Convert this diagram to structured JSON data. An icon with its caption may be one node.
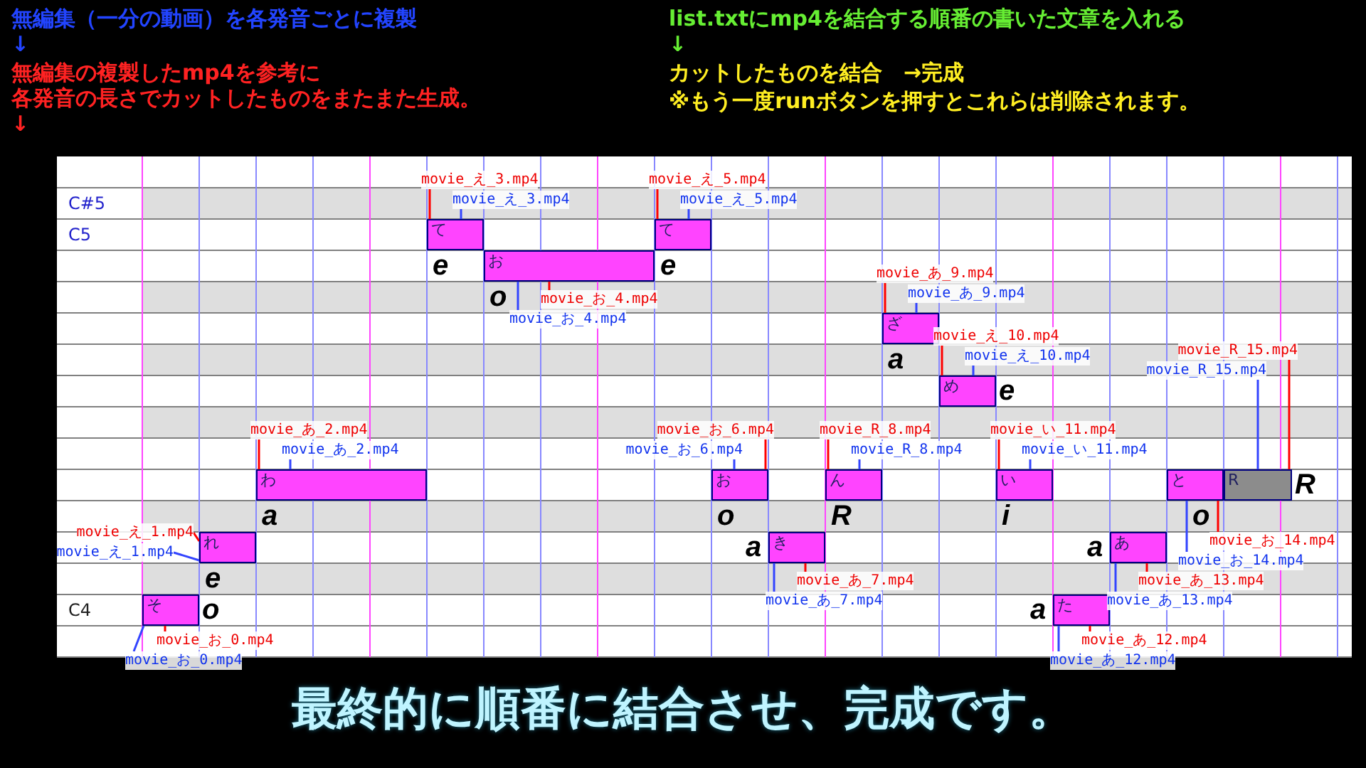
{
  "diagram": {
    "nodes": [
      {
        "text": [
          "そ"
        ],
        "beside": [
          "o"
        ]
      },
      {
        "text": [
          "れ"
        ],
        "beside": [
          "e"
        ]
      },
      {
        "text": [
          "わ"
        ],
        "beside": [
          "a"
        ]
      },
      {
        "text": [
          "て"
        ],
        "beside": [
          "e"
        ]
      },
      {
        "text": [
          "お"
        ],
        "beside": [
          "o"
        ]
      },
      {
        "text": [
          "て"
        ],
        "beside": [
          "e"
        ]
      },
      {
        "text": [
          "お"
        ],
        "beside": [
          "o"
        ]
      },
      {
        "text": [
          "き"
        ],
        "beside": [
          "a"
        ]
      },
      {
        "text": [
          "ん"
        ],
        "beside": [
          "R"
        ]
      },
      {
        "text": [
          "ざ"
        ],
        "beside": [
          "a"
        ]
      },
      {
        "text": [
          "め"
        ],
        "beside": [
          "e"
        ]
      },
      {
        "text": [
          "い"
        ],
        "beside": [
          "i"
        ]
      },
      {
        "text": [
          "た"
        ],
        "beside": [
          "a"
        ]
      },
      {
        "text": [
          "あ"
        ],
        "beside": [
          "a"
        ]
      },
      {
        "text": [
          "と"
        ],
        "beside": [
          "o"
        ]
      },
      {
        "text": [
          "R"
        ],
        "beside": [
          "R"
        ]
      },
      {
        "text": [
          "movie_お_0.mp4"
        ]
      },
      {
        "text": [
          "movie_お_0.mp4"
        ]
      },
      {
        "text": [
          "movie_え_1.mp4"
        ]
      },
      {
        "text": [
          "movie_え_1.mp4"
        ]
      },
      {
        "text": [
          "movie_あ_2.mp4"
        ]
      },
      {
        "text": [
          "movie_あ_2.mp4"
        ]
      },
      {
        "text": [
          "movie_え_3.mp4"
        ]
      },
      {
        "text": [
          "movie_え_3.mp4"
        ]
      },
      {
        "text": [
          "movie_お_4.mp4"
        ]
      },
      {
        "text": [
          "movie_お_4.mp4"
        ]
      },
      {
        "text": [
          "movie_え_5.mp4"
        ]
      },
      {
        "text": [
          "movie_え_5.mp4"
        ]
      },
      {
        "text": [
          "movie_お_6.mp4"
        ]
      },
      {
        "text": [
          "movie_お_6.mp4"
        ]
      },
      {
        "text": [
          "movie_あ_7.mp4"
        ]
      },
      {
        "text": [
          "movie_あ_7.mp4"
        ]
      },
      {
        "text": [
          "movie_R_8.mp4"
        ]
      },
      {
        "text": [
          "movie_R_8.mp4"
        ]
      },
      {
        "text": [
          "movie_あ_9.mp4"
        ]
      },
      {
        "text": [
          "movie_あ_9.mp4"
        ]
      },
      {
        "text": [
          "movie_え_10.mp4"
        ]
      },
      {
        "text": [
          "movie_え_10.mp4"
        ]
      },
      {
        "text": [
          "movie_い_11.mp4"
        ]
      },
      {
        "text": [
          "movie_い_11.mp4"
        ]
      },
      {
        "text": [
          "movie_あ_12.mp4"
        ]
      },
      {
        "text": [
          "movie_あ_12.mp4"
        ]
      },
      {
        "text": [
          "movie_あ_13.mp4"
        ]
      },
      {
        "text": [
          "movie_あ_13.mp4"
        ]
      },
      {
        "text": [
          "movie_お_14.mp4"
        ]
      },
      {
        "text": [
          "movie_お_14.mp4"
        ]
      },
      {
        "text": [
          "movie_R_15.mp4"
        ]
      },
      {
        "text": [
          "movie_R_15.mp4"
        ]
      }
    ],
    "edges": [
      {
        "from": 16,
        "to": 0,
        "arrow": "none",
        "color": "#ff0000"
      },
      {
        "from": 17,
        "to": 0,
        "arrow": "none",
        "color": "#3344ff"
      },
      {
        "from": 18,
        "to": 1,
        "arrow": "none",
        "color": "#ff0000"
      },
      {
        "from": 19,
        "to": 1,
        "arrow": "none",
        "color": "#3344ff"
      },
      {
        "from": 20,
        "to": 2,
        "arrow": "none",
        "color": "#ff0000"
      },
      {
        "from": 21,
        "to": 2,
        "arrow": "none",
        "color": "#3344ff"
      },
      {
        "from": 22,
        "to": 3,
        "arrow": "none",
        "color": "#ff0000"
      },
      {
        "from": 23,
        "to": 3,
        "arrow": "none",
        "color": "#3344ff"
      },
      {
        "from": 24,
        "to": 4,
        "arrow": "none",
        "color": "#ff0000"
      },
      {
        "from": 25,
        "to": 4,
        "arrow": "none",
        "color": "#3344ff"
      },
      {
        "from": 26,
        "to": 5,
        "arrow": "none",
        "color": "#ff0000"
      },
      {
        "from": 27,
        "to": 5,
        "arrow": "none",
        "color": "#3344ff"
      },
      {
        "from": 28,
        "to": 6,
        "arrow": "none",
        "color": "#ff0000"
      },
      {
        "from": 29,
        "to": 6,
        "arrow": "none",
        "color": "#3344ff"
      },
      {
        "from": 30,
        "to": 7,
        "arrow": "none",
        "color": "#ff0000"
      },
      {
        "from": 31,
        "to": 7,
        "arrow": "none",
        "color": "#3344ff"
      },
      {
        "from": 32,
        "to": 8,
        "arrow": "none",
        "color": "#ff0000"
      },
      {
        "from": 33,
        "to": 8,
        "arrow": "none",
        "color": "#3344ff"
      },
      {
        "from": 34,
        "to": 9,
        "arrow": "none",
        "color": "#ff0000"
      },
      {
        "from": 35,
        "to": 9,
        "arrow": "none",
        "color": "#3344ff"
      },
      {
        "from": 36,
        "to": 10,
        "arrow": "none",
        "color": "#ff0000"
      },
      {
        "from": 37,
        "to": 10,
        "arrow": "none",
        "color": "#3344ff"
      },
      {
        "from": 38,
        "to": 11,
        "arrow": "none",
        "color": "#ff0000"
      },
      {
        "from": 39,
        "to": 11,
        "arrow": "none",
        "color": "#3344ff"
      },
      {
        "from": 40,
        "to": 12,
        "arrow": "none",
        "color": "#ff0000"
      },
      {
        "from": 41,
        "to": 12,
        "arrow": "none",
        "color": "#3344ff"
      },
      {
        "from": 42,
        "to": 13,
        "arrow": "none",
        "color": "#ff0000"
      },
      {
        "from": 43,
        "to": 13,
        "arrow": "none",
        "color": "#3344ff"
      },
      {
        "from": 44,
        "to": 14,
        "arrow": "none",
        "color": "#ff0000"
      },
      {
        "from": 45,
        "to": 14,
        "arrow": "none",
        "color": "#3344ff"
      },
      {
        "from": 46,
        "to": 15,
        "arrow": "none",
        "color": "#ff0000"
      },
      {
        "from": 47,
        "to": 15,
        "arrow": "none",
        "color": "#3344ff"
      }
    ],
    "labels": [
      "無編集（一分の動画）を各発音ごとに複製",
      "↓",
      "無編集の複製したmp4を参考に",
      "各発音の長さでカットしたものをまたまた生成。",
      "↓",
      "list.txtにmp4を結合する順番の書いた文章を入れる",
      "↓",
      "カットしたものを結合　→完成",
      "※もう一度runボタンを押すとこれらは削除されます。",
      "C#5",
      "C5",
      "C4",
      "最終的に順番に結合させ、完成です。"
    ]
  }
}
